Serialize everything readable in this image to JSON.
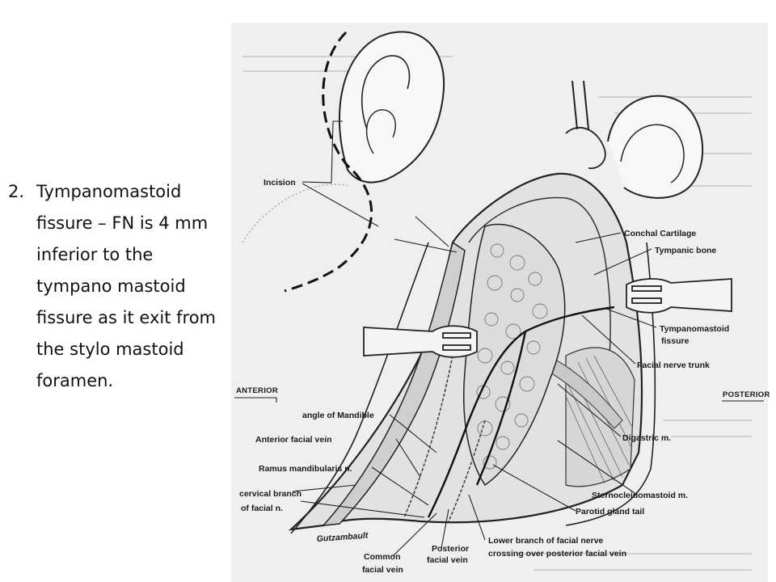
{
  "caption": {
    "number": "2.",
    "text": "Tympanomastoid fissure – FN is 4 mm inferior to the tympano mastoid fissure as it exit from the stylo mastoid foramen."
  },
  "figure": {
    "orientation": {
      "anterior": "ANTERIOR",
      "posterior": "POSTERIOR"
    },
    "labels": {
      "incision": "Incision",
      "conchal_cartilage": "Conchal Cartilage",
      "tympanic_bone": "Tympanic bone",
      "tympanomastoid_fissure_1": "Tympanomastoid",
      "tympanomastoid_fissure_2": "fissure",
      "facial_nerve_trunk": "Facial nerve trunk",
      "angle_of_mandible": "angle of Mandible",
      "anterior_facial_vein": "Anterior facial vein",
      "ramus_mandibularis": "Ramus mandibularis n.",
      "cervical_branch_1": "cervical branch",
      "cervical_branch_2": "of facial n.",
      "digastric": "Digastric m.",
      "sternocleidomastoid": "Sternocleidomastoid m.",
      "parotid_gland_tail": "Parotid gland tail",
      "common_facial_vein_1": "Common",
      "common_facial_vein_2": "facial vein",
      "posterior_facial_vein_1": "Posterior",
      "posterior_facial_vein_2": "facial vein",
      "lower_branch_1": "Lower branch of facial nerve",
      "lower_branch_2": "crossing over posterior facial vein"
    },
    "signature": "Gutzambault"
  }
}
